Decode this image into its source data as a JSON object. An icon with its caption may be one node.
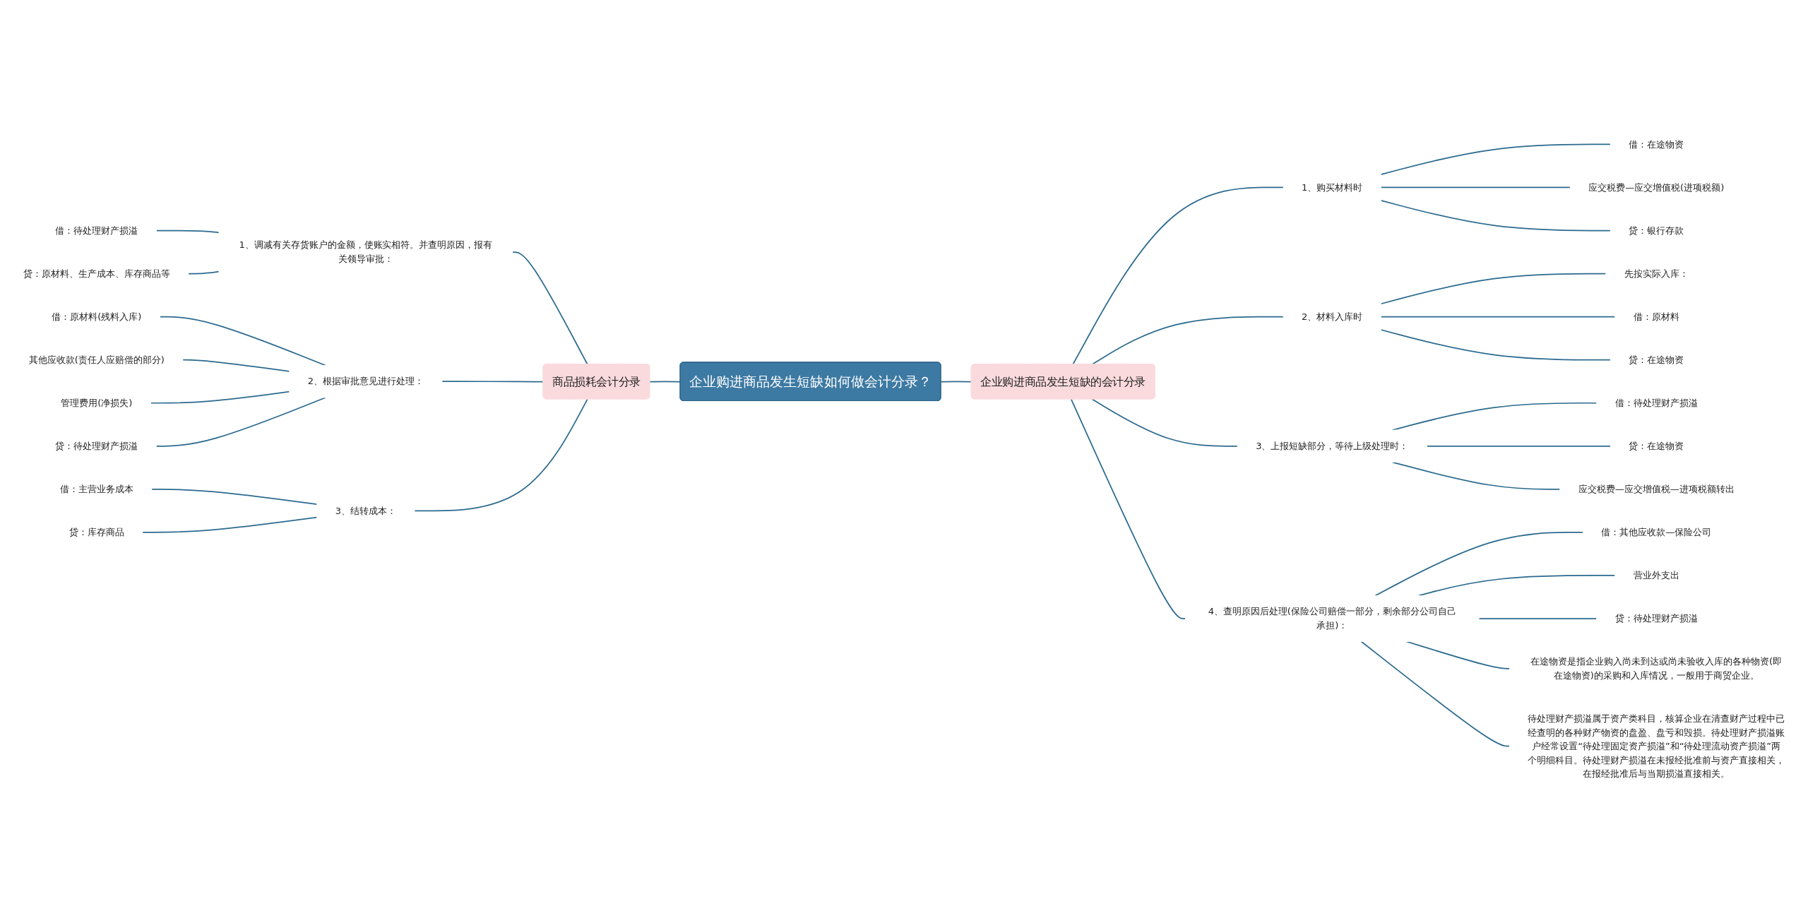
{
  "diagram": {
    "nodes": [
      {
        "text": [
          "企业购进商品发生短缺如何做会计分录？"
        ]
      },
      {
        "text": [
          "商品损耗会计分录"
        ]
      },
      {
        "text": [
          "1、调减有关存货账户的金额，使账实相符。并查明原因，报有关领导审批："
        ]
      },
      {
        "text": [
          "借：待处理财产损溢"
        ]
      },
      {
        "text": [
          "贷：原材料、生产成本、库存商品等"
        ]
      },
      {
        "text": [
          "2、根据审批意见进行处理："
        ]
      },
      {
        "text": [
          "借：原材料(残料入库)"
        ]
      },
      {
        "text": [
          "其他应收款(责任人应赔偿的部分)"
        ]
      },
      {
        "text": [
          "管理费用(净损失)"
        ]
      },
      {
        "text": [
          "贷：待处理财产损溢"
        ]
      },
      {
        "text": [
          "3、结转成本："
        ]
      },
      {
        "text": [
          "借：主营业务成本"
        ]
      },
      {
        "text": [
          "贷：库存商品"
        ]
      },
      {
        "text": [
          "企业购进商品发生短缺的会计分录"
        ]
      },
      {
        "text": [
          "1、购买材料时"
        ]
      },
      {
        "text": [
          "借：在途物资"
        ]
      },
      {
        "text": [
          "应交税费—应交增值税(进项税额)"
        ]
      },
      {
        "text": [
          "贷：银行存款"
        ]
      },
      {
        "text": [
          "2、材料入库时"
        ]
      },
      {
        "text": [
          "先按实际入库："
        ]
      },
      {
        "text": [
          "借：原材料"
        ]
      },
      {
        "text": [
          "贷：在途物资"
        ]
      },
      {
        "text": [
          "3、上报短缺部分，等待上级处理时："
        ]
      },
      {
        "text": [
          "借：待处理财产损溢"
        ]
      },
      {
        "text": [
          "贷：在途物资"
        ]
      },
      {
        "text": [
          "应交税费—应交增值税—进项税额转出"
        ]
      },
      {
        "text": [
          "4、查明原因后处理(保险公司赔偿一部分，剩余部分公司自己承担)："
        ]
      },
      {
        "text": [
          "借：其他应收款—保险公司"
        ]
      },
      {
        "text": [
          "营业外支出"
        ]
      },
      {
        "text": [
          "贷：待处理财产损溢"
        ]
      },
      {
        "text": [
          "在途物资是指企业购入尚未到达或尚未验收入库的各种物资(即在途物资)的采购和入库情况，一般用于商贸企业。"
        ]
      },
      {
        "text": [
          "待处理财产损溢属于资产类科目，核算企业在清查财产过程中已经查明的各种财产物资的盘盈、盘亏和毁损。待处理财产损溢账户经常设置“待处理固定资产损溢”和“待处理流动资产损溢”两个明细科目。待处理财产损溢在未报经批准前与资产直接相关，在报经批准后与当期损溢直接相关。"
        ]
      }
    ],
    "edges": [
      {
        "from": 1,
        "to": 0,
        "arrow": "none"
      },
      {
        "from": 2,
        "to": 1,
        "arrow": "none"
      },
      {
        "from": 3,
        "to": 2,
        "arrow": "none"
      },
      {
        "from": 4,
        "to": 2,
        "arrow": "none"
      },
      {
        "from": 5,
        "to": 1,
        "arrow": "none"
      },
      {
        "from": 6,
        "to": 5,
        "arrow": "none"
      },
      {
        "from": 7,
        "to": 5,
        "arrow": "none"
      },
      {
        "from": 8,
        "to": 5,
        "arrow": "none"
      },
      {
        "from": 9,
        "to": 5,
        "arrow": "none"
      },
      {
        "from": 10,
        "to": 1,
        "arrow": "none"
      },
      {
        "from": 11,
        "to": 10,
        "arrow": "none"
      },
      {
        "from": 12,
        "to": 10,
        "arrow": "none"
      },
      {
        "from": 0,
        "to": 13,
        "arrow": "none"
      },
      {
        "from": 13,
        "to": 14,
        "arrow": "none"
      },
      {
        "from": 14,
        "to": 15,
        "arrow": "none"
      },
      {
        "from": 14,
        "to": 16,
        "arrow": "none"
      },
      {
        "from": 14,
        "to": 17,
        "arrow": "none"
      },
      {
        "from": 13,
        "to": 18,
        "arrow": "none"
      },
      {
        "from": 18,
        "to": 19,
        "arrow": "none"
      },
      {
        "from": 18,
        "to": 20,
        "arrow": "none"
      },
      {
        "from": 18,
        "to": 21,
        "arrow": "none"
      },
      {
        "from": 13,
        "to": 22,
        "arrow": "none"
      },
      {
        "from": 22,
        "to": 23,
        "arrow": "none"
      },
      {
        "from": 22,
        "to": 24,
        "arrow": "none"
      },
      {
        "from": 22,
        "to": 25,
        "arrow": "none"
      },
      {
        "from": 13,
        "to": 26,
        "arrow": "none"
      },
      {
        "from": 26,
        "to": 27,
        "arrow": "none"
      },
      {
        "from": 26,
        "to": 28,
        "arrow": "none"
      },
      {
        "from": 26,
        "to": 29,
        "arrow": "none"
      },
      {
        "from": 26,
        "to": 30,
        "arrow": "none"
      },
      {
        "from": 26,
        "to": 31,
        "arrow": "none"
      }
    ]
  }
}
